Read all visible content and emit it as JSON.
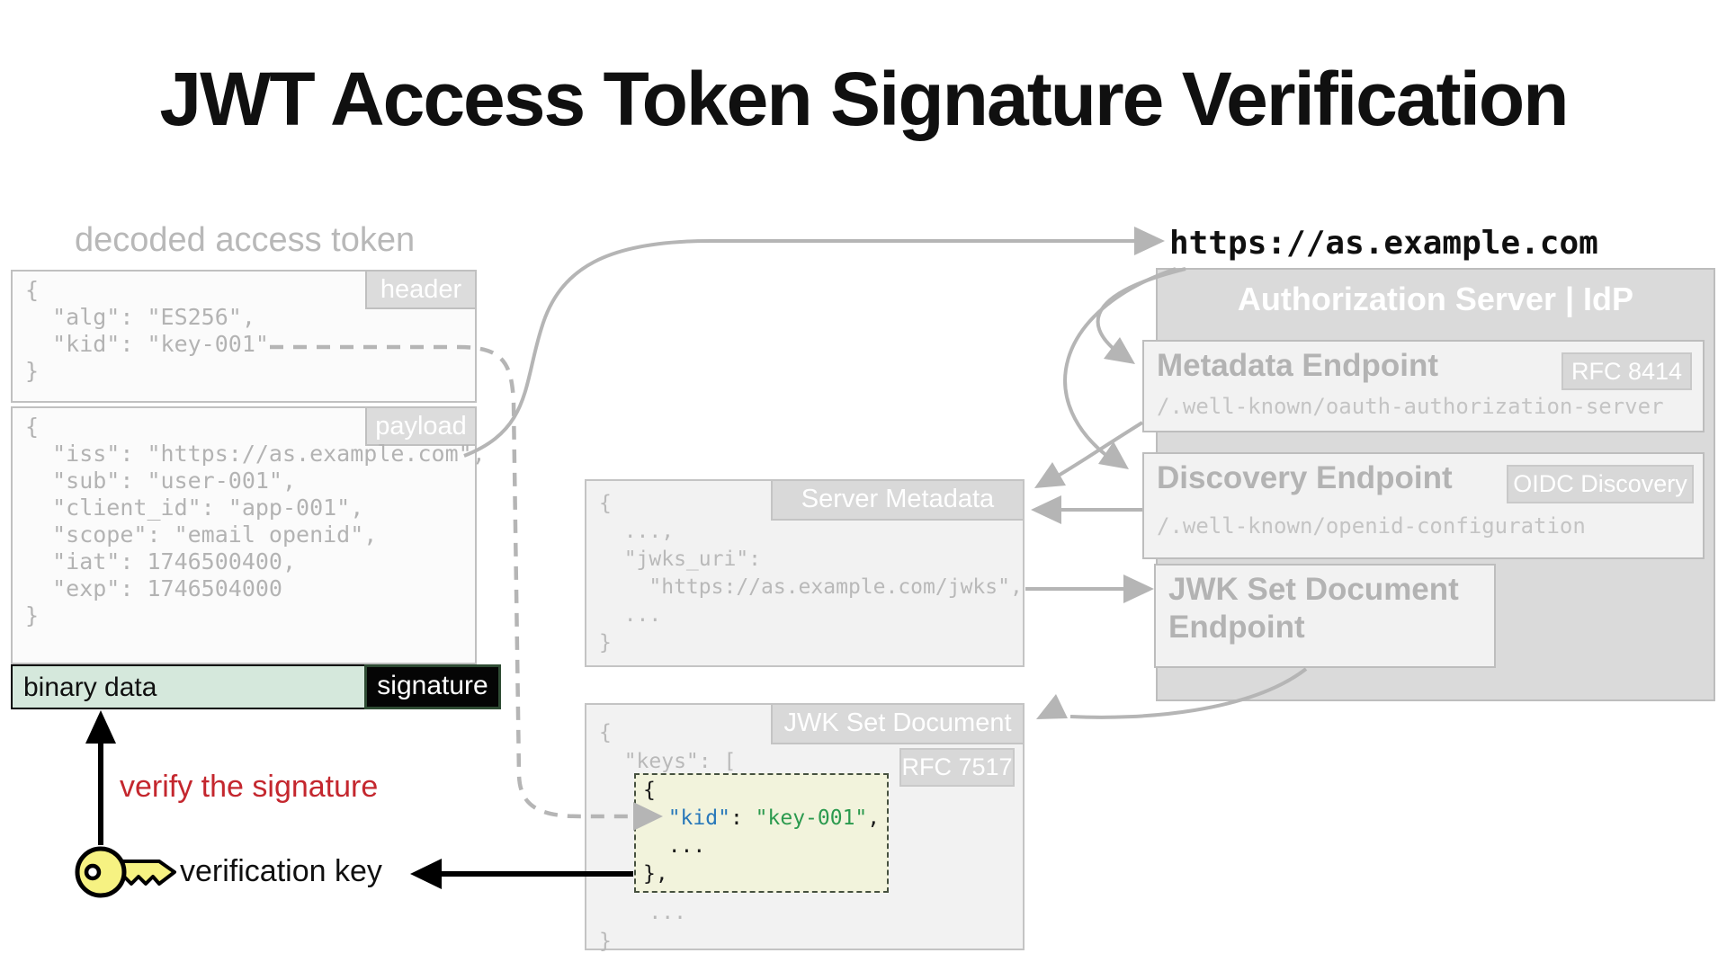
{
  "title": "JWT Access Token Signature Verification",
  "decoded_token": {
    "label": "decoded access token",
    "header": {
      "tag": "header",
      "lines": [
        "{",
        "  \"alg\": \"ES256\",",
        "  \"kid\": \"key-001\"",
        "}"
      ]
    },
    "payload": {
      "tag": "payload",
      "lines": [
        "{",
        "  \"iss\": \"https://as.example.com\",",
        "  \"sub\": \"user-001\",",
        "  \"client_id\": \"app-001\",",
        "  \"scope\": \"email openid\",",
        "  \"iat\": 1746500400,",
        "  \"exp\": 1746504000",
        "}"
      ]
    },
    "signature_bar": {
      "label": "binary data",
      "tag": "signature"
    }
  },
  "verification": {
    "instruction": "verify the signature",
    "key_label": "verification key"
  },
  "issuer_url": "https://as.example.com",
  "authorization_server": {
    "title": "Authorization Server | IdP",
    "metadata_endpoint": {
      "name": "Metadata Endpoint",
      "badge": "RFC 8414",
      "path": "/.well-known/oauth-authorization-server"
    },
    "discovery_endpoint": {
      "name": "Discovery Endpoint",
      "badge": "OIDC Discovery",
      "path": "/.well-known/openid-configuration"
    },
    "jwks_endpoint": {
      "name_line1": "JWK Set Document",
      "name_line2": "Endpoint"
    }
  },
  "server_metadata": {
    "tag": "Server Metadata",
    "lines": [
      "{",
      "  ...,",
      "  \"jwks_uri\":",
      "    \"https://as.example.com/jwks\",",
      "  ...",
      "}"
    ]
  },
  "jwk_set_document": {
    "tag": "JWK Set Document",
    "badge": "RFC 7517",
    "line_open": "{",
    "line_keys": "  \"keys\": [",
    "highlight": {
      "open": "{",
      "indent": "  ",
      "kid_name": "\"kid\"",
      "separator": ": ",
      "kid_value": "\"key-001\"",
      "comma": ",",
      "ellipsis": "  ...",
      "close": "},"
    },
    "line_ellipsis": "    ...",
    "line_close": "}"
  },
  "colors": {
    "verify_red": "#c4272e",
    "signature_bar_green": "#d5e8dc",
    "highlight_yellow": "#f2f3dc",
    "kid_blue": "#2878ba",
    "key_value_green": "#2b9a4e",
    "faded_gray": "#b5b5b5",
    "key_icon_yellow": "#f6f282"
  }
}
